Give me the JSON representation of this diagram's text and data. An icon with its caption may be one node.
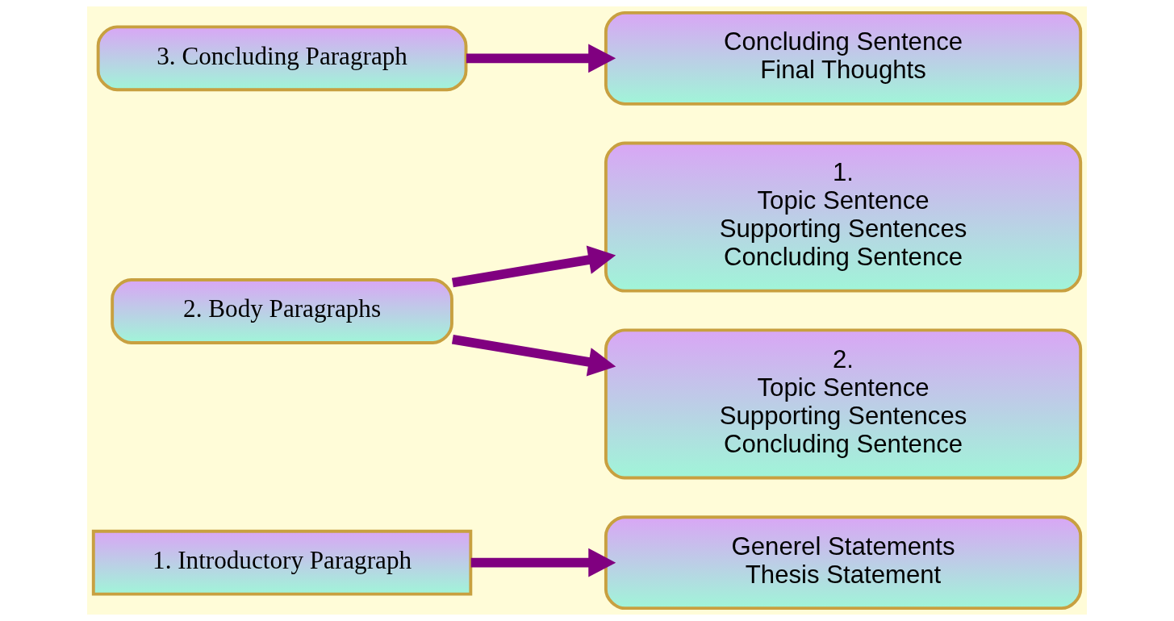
{
  "diagram": {
    "nodes": [
      {
        "text": [
          "1. Introductory Paragraph"
        ]
      },
      {
        "text": [
          "Generel Statements",
          "Thesis Statement"
        ]
      },
      {
        "text": [
          "2. Body Paragraphs"
        ]
      },
      {
        "text": [
          "1.",
          "Topic Sentence",
          "Supporting Sentences",
          "Concluding Sentence"
        ]
      },
      {
        "text": [
          "2.",
          "Topic Sentence",
          "Supporting Sentences",
          "Concluding Sentence"
        ]
      },
      {
        "text": [
          "3. Concluding Paragraph"
        ]
      },
      {
        "text": [
          "Concluding Sentence",
          "Final Thoughts"
        ]
      }
    ],
    "edges": [
      {
        "from": 0,
        "to": 1,
        "arrow": "to"
      },
      {
        "from": 2,
        "to": 3,
        "arrow": "to"
      },
      {
        "from": 2,
        "to": 4,
        "arrow": "to"
      },
      {
        "from": 5,
        "to": 6,
        "arrow": "to"
      }
    ]
  }
}
